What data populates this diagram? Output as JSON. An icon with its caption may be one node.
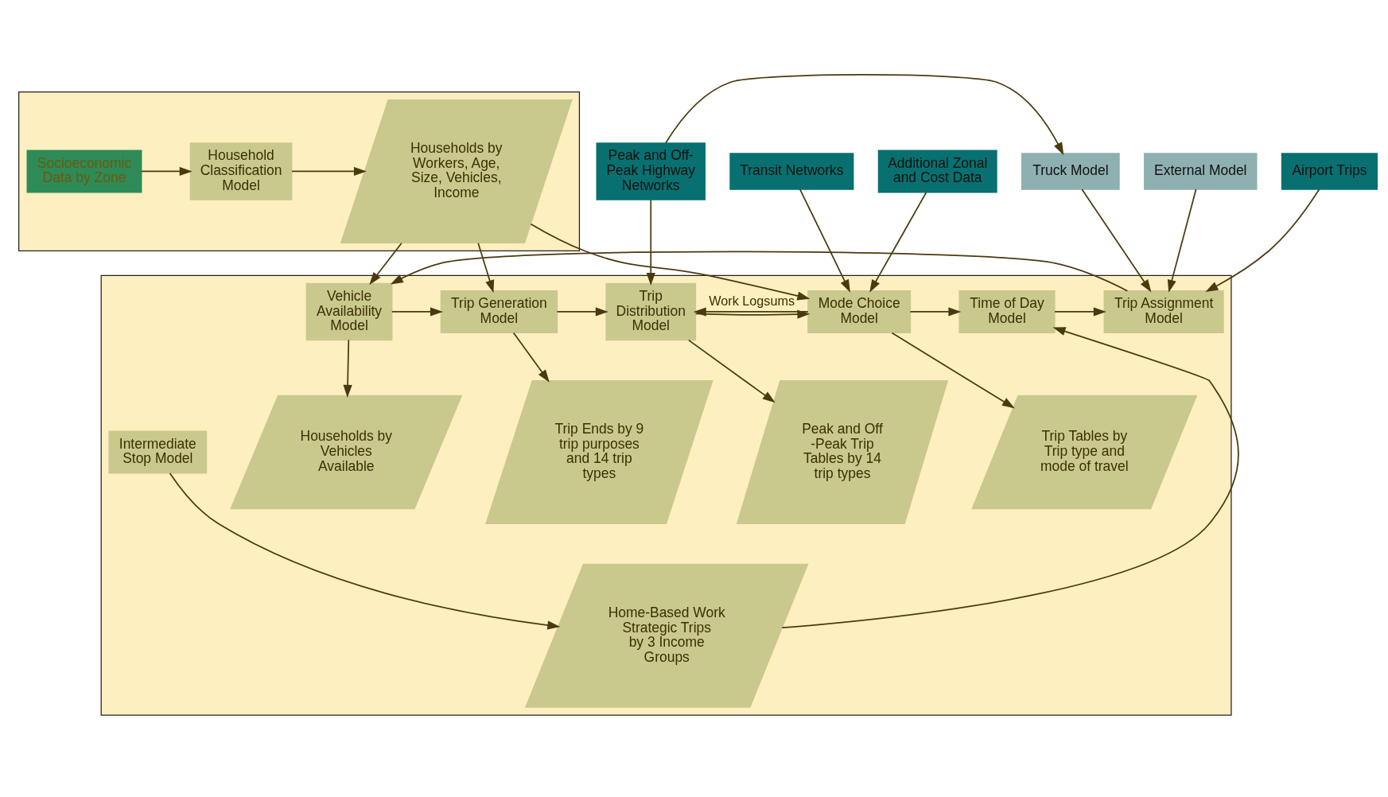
{
  "diagram": {
    "nodes": [
      {
        "text": [],
        "shape": "box"
      },
      {
        "text": [
          "Socioeconomic Data by Zone"
        ],
        "in": 0
      },
      {
        "text": [
          "Household Classification Model"
        ],
        "in": 0
      },
      {
        "text": [
          "Households by Workers, Age, Size, Vehicles, Income"
        ],
        "in": 0
      },
      {
        "text": [
          "Peak and Off-Peak Highway Networks"
        ]
      },
      {
        "text": [
          "Additional Zonal and Cost Data"
        ]
      },
      {
        "text": [
          "Transit Networks"
        ]
      },
      {
        "text": [
          "Truck Model"
        ]
      },
      {
        "text": [
          "External Model"
        ]
      },
      {
        "text": [
          "Airport Trips"
        ]
      },
      {
        "text": [],
        "shape": "box"
      },
      {
        "text": [
          "Vehicle Availability Model"
        ],
        "in": 10
      },
      {
        "text": [
          "Trip Generation Model"
        ],
        "in": 10
      },
      {
        "text": [
          "Trip Distribution Model"
        ],
        "in": 10
      },
      {
        "text": [
          "Mode Choice Model"
        ],
        "in": 10
      },
      {
        "text": [
          "Time of Day Model"
        ],
        "in": 10
      },
      {
        "text": [
          "Trip Assignment Model"
        ],
        "in": 10
      },
      {
        "text": [
          "Households by Vehicles Available"
        ],
        "in": 10
      },
      {
        "text": [
          "Trip Ends by 9 trip purposes and 14 trip types"
        ],
        "in": 10
      },
      {
        "text": [
          "Peak and Off -Peak Trip Tables by 14 trip types"
        ],
        "in": 10
      },
      {
        "text": [
          "Trip Tables by Trip type and mode of travel"
        ],
        "in": 10
      },
      {
        "text": [
          "Home-Based Work Strategic Trips by 3 Income Groups"
        ],
        "in": 10
      },
      {
        "text": [
          "Intermediate Stop Model"
        ],
        "in": 10
      }
    ],
    "edges": [
      {
        "from": 1,
        "to": 2,
        "arrow": "to"
      },
      {
        "from": 2,
        "to": 3,
        "arrow": "to"
      },
      {
        "from": 3,
        "to": 11,
        "arrow": "to"
      },
      {
        "from": 3,
        "to": 12,
        "arrow": "to"
      },
      {
        "from": 3,
        "to": 14,
        "arrow": "to"
      },
      {
        "from": 4,
        "to": 13,
        "arrow": "to"
      },
      {
        "from": 4,
        "to": 7,
        "arrow": "to"
      },
      {
        "from": 5,
        "to": 14,
        "arrow": "to"
      },
      {
        "from": 6,
        "to": 14,
        "arrow": "to"
      },
      {
        "from": 7,
        "to": 16,
        "arrow": "to"
      },
      {
        "from": 8,
        "to": 16,
        "arrow": "to"
      },
      {
        "from": 9,
        "to": 16,
        "arrow": "to"
      },
      {
        "from": 11,
        "to": 12,
        "arrow": "to"
      },
      {
        "from": 12,
        "to": 13,
        "arrow": "to"
      },
      {
        "from": 13,
        "to": 14,
        "arrow": "to"
      },
      {
        "from": 14,
        "to": 15,
        "arrow": "to"
      },
      {
        "from": 15,
        "to": 16,
        "arrow": "to"
      },
      {
        "from": 16,
        "to": 11,
        "arrow": "to"
      },
      {
        "from": 11,
        "to": 17,
        "arrow": "to"
      },
      {
        "from": 12,
        "to": 18,
        "arrow": "to"
      },
      {
        "from": 13,
        "to": 19,
        "arrow": "to"
      },
      {
        "from": 14,
        "to": 13,
        "arrow": "to",
        "label": "Work Logsums"
      },
      {
        "from": 14,
        "to": 20,
        "arrow": "to"
      },
      {
        "from": 21,
        "to": 15,
        "arrow": "to"
      },
      {
        "from": 22,
        "to": 21,
        "arrow": "to"
      }
    ]
  }
}
